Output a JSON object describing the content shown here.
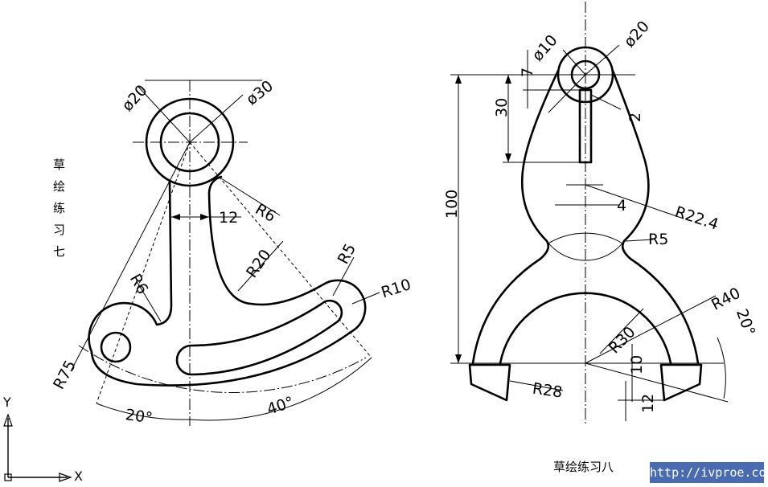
{
  "left_drawing": {
    "title": "草绘练习七",
    "dims": {
      "d_small": "ø20",
      "d_large": "ø30",
      "width_12": "12",
      "r6_top": "R6",
      "r20": "R20",
      "r5": "R5",
      "r10": "R10",
      "r6_left": "R6",
      "r75": "R75",
      "ang_20": "20°",
      "ang_40": "40°"
    }
  },
  "right_drawing": {
    "title": "草绘练习八",
    "dims": {
      "d10": "ø10",
      "d20": "ø20",
      "v7": "7",
      "v30": "30",
      "v2": "2",
      "v100": "100",
      "v4": "4",
      "r22_4": "R22.4",
      "r5": "R5",
      "r40": "R40",
      "r30": "R30",
      "r28": "R28",
      "v10": "10",
      "v12": "12",
      "ang_20": "20°"
    }
  },
  "ucs": {
    "y_label": "Y",
    "x_label": "X"
  },
  "watermark": "http://ivproe.com"
}
